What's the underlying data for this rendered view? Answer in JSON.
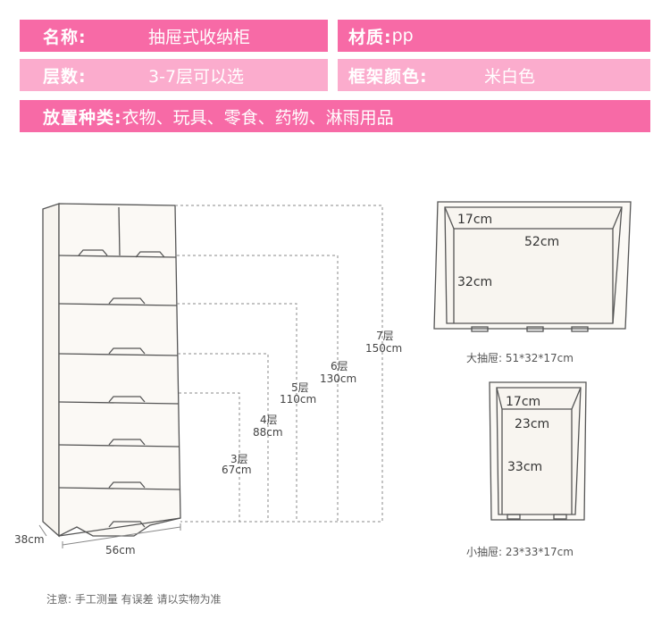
{
  "spec": {
    "name_label": "名称:",
    "name_value": "抽屉式收纳柜",
    "material_label": "材质:",
    "material_value": "pp",
    "layers_label": "层数:",
    "layers_value": "3-7层可以选",
    "color_label": "框架颜色:",
    "color_value": "米白色",
    "use_label": "放置种类:",
    "use_value": "衣物、玩具、零食、药物、淋雨用品"
  },
  "cabinet": {
    "depth": "38cm",
    "width": "56cm",
    "heights": [
      {
        "layers": "3层",
        "height": "67cm"
      },
      {
        "layers": "4层",
        "height": "88cm"
      },
      {
        "layers": "5层",
        "height": "110cm"
      },
      {
        "layers": "6层",
        "height": "130cm"
      },
      {
        "layers": "7层",
        "height": "150cm"
      }
    ]
  },
  "big_drawer": {
    "d1": "17cm",
    "d2": "52cm",
    "d3": "32cm",
    "caption": "大抽屉: 51*32*17cm"
  },
  "small_drawer": {
    "d1": "17cm",
    "d2": "23cm",
    "d3": "33cm",
    "caption": "小抽屉: 23*33*17cm"
  },
  "note": "注意: 手工测量 有误差 请以实物为准",
  "colors": {
    "bar_dark": "#f76aa6",
    "bar_light": "#fbaccd"
  }
}
